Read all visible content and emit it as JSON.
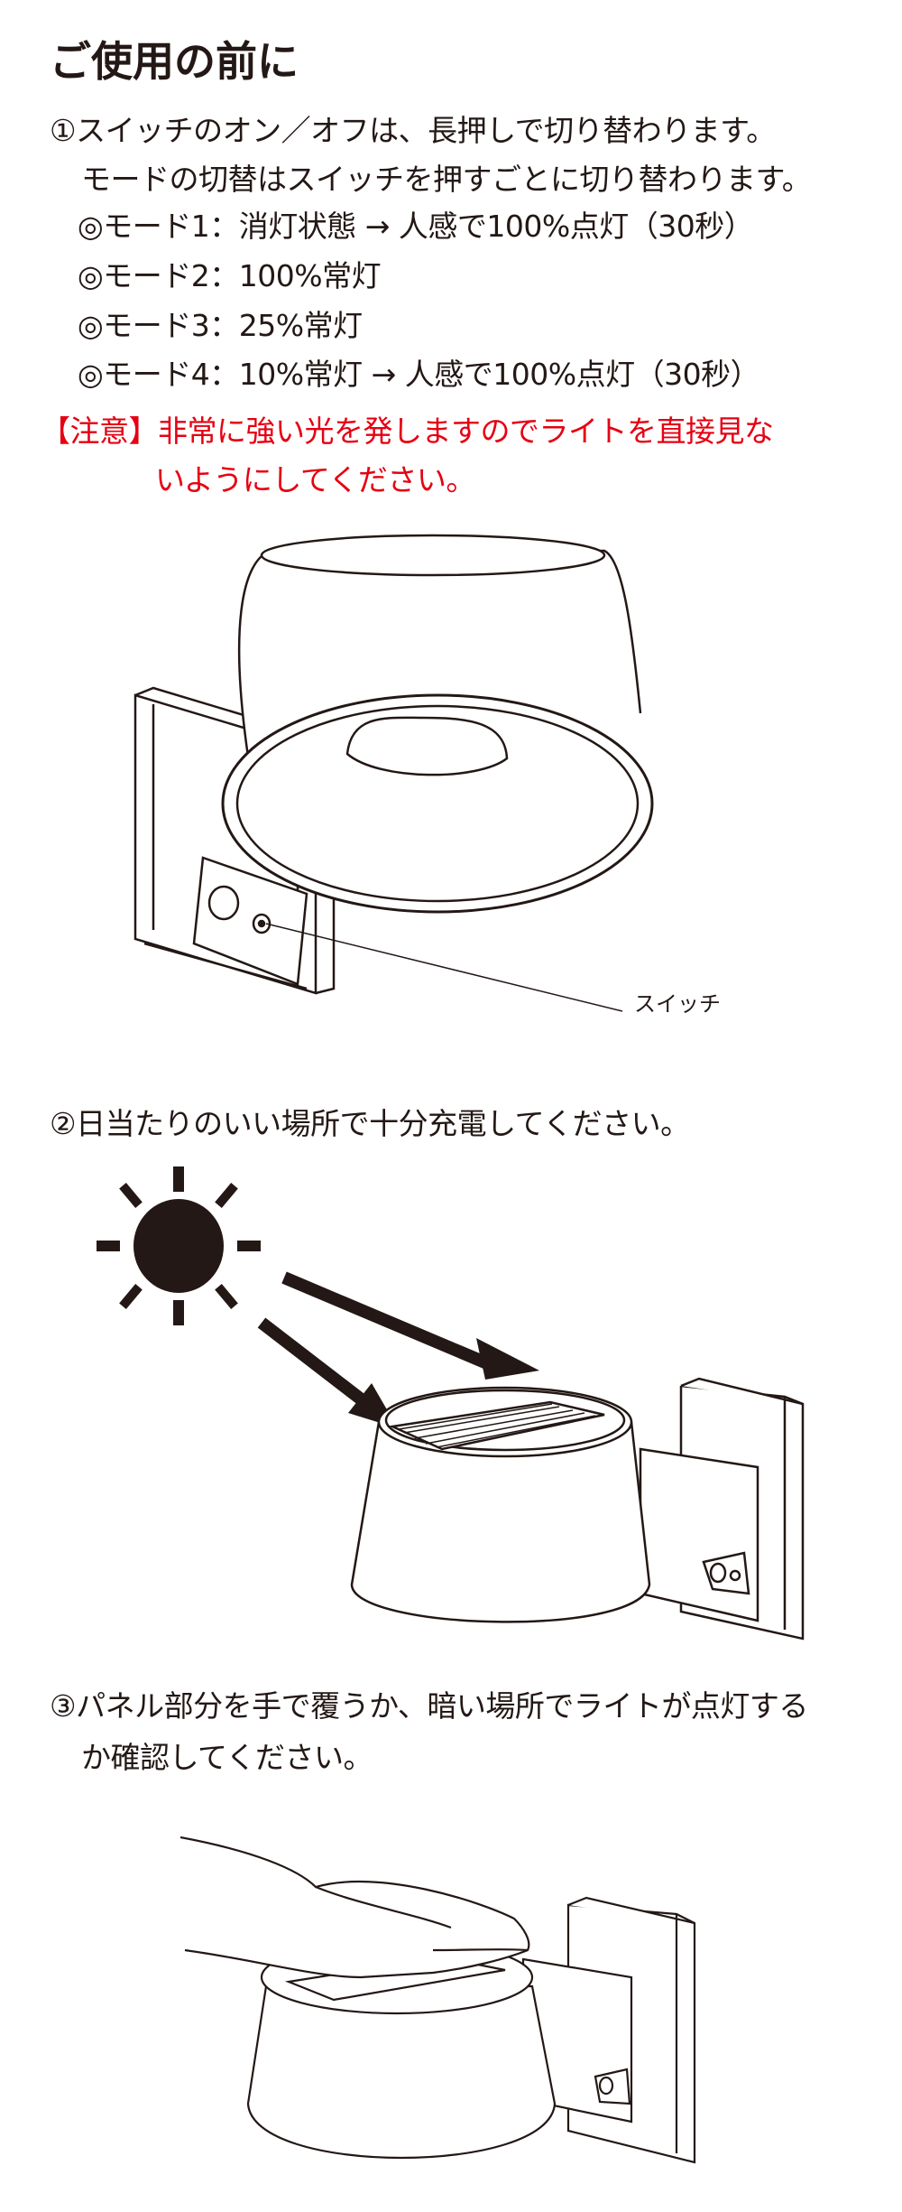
{
  "title": "ご使用の前に",
  "step1": {
    "line1": "①スイッチのオン／オフは、長押しで切り替わります。",
    "line2": "モードの切替はスイッチを押すごとに切り替わります。",
    "modes": [
      "◎モード1：消灯状態 → 人感で100%点灯（30秒）",
      "◎モード2：100%常灯",
      "◎モード3：25%常灯",
      "◎モード4：10%常灯 → 人感で100%点灯（30秒）"
    ],
    "warning_line1": "【注意】非常に強い光を発しますのでライトを直接見な",
    "warning_line2": "いようにしてください。",
    "switch_label": "スイッチ"
  },
  "step2": {
    "line1": "②日当たりのいい場所で十分充電してください。"
  },
  "step3": {
    "line1": "③パネル部分を手で覆うか、暗い場所でライトが点灯する",
    "line2": "か確認してください。"
  },
  "colors": {
    "text": "#231815",
    "warning": "#e60012"
  }
}
